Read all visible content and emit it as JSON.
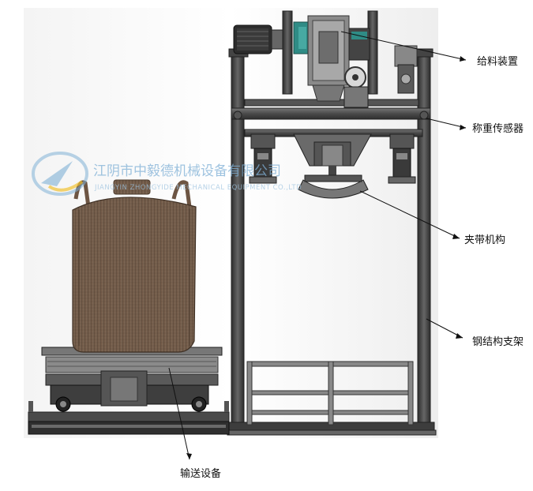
{
  "watermark": {
    "company_cn": "江阴市中毅德机械设备有限公司",
    "company_en": "JIANGYIN ZHONGYIDE MECHANICAL EQUIPMENT CO.,LTD"
  },
  "labels": {
    "feeding_device": "给料装置",
    "weighing_sensor": "称重传感器",
    "clamping_mechanism": "夹带机构",
    "steel_support": "钢结构支架",
    "conveying_equipment": "输送设备"
  },
  "colors": {
    "frame_dark": "#3b3b3b",
    "frame_mid": "#5a5a5a",
    "bag": "#7a6150",
    "bag_dark": "#5a4536",
    "motor": "#2f2f2f",
    "coupling_teal": "#2f8c86",
    "watermark_blue": "#7fb0d6",
    "watermark_yellow": "#f1c232"
  }
}
